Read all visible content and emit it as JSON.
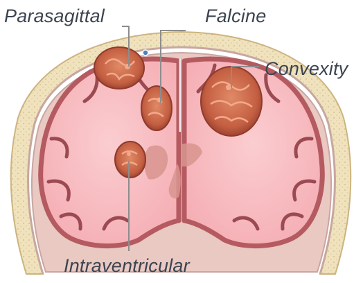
{
  "figure": {
    "labels": {
      "parasagittal": "Parasagittal",
      "falcine": "Falcine",
      "convexity": "Convexity",
      "intraventricular": "Intraventricular"
    },
    "colors": {
      "skull_outer": "#e3cf9e",
      "skull_bone": "#efe2bd",
      "dura": "#c9a6a2",
      "brain_tissue": "#f7b9bd",
      "gray_matter_rim": "#b55a61",
      "sulcus_dark": "#9c4a52",
      "tumor_fill": "#c96a4c",
      "tumor_dark": "#8f3a2c",
      "tumor_highlight": "#f2a98a",
      "ventricle": "#d9958f",
      "leader_line": "#8d8d8d",
      "label_text": "#3c4450"
    }
  }
}
